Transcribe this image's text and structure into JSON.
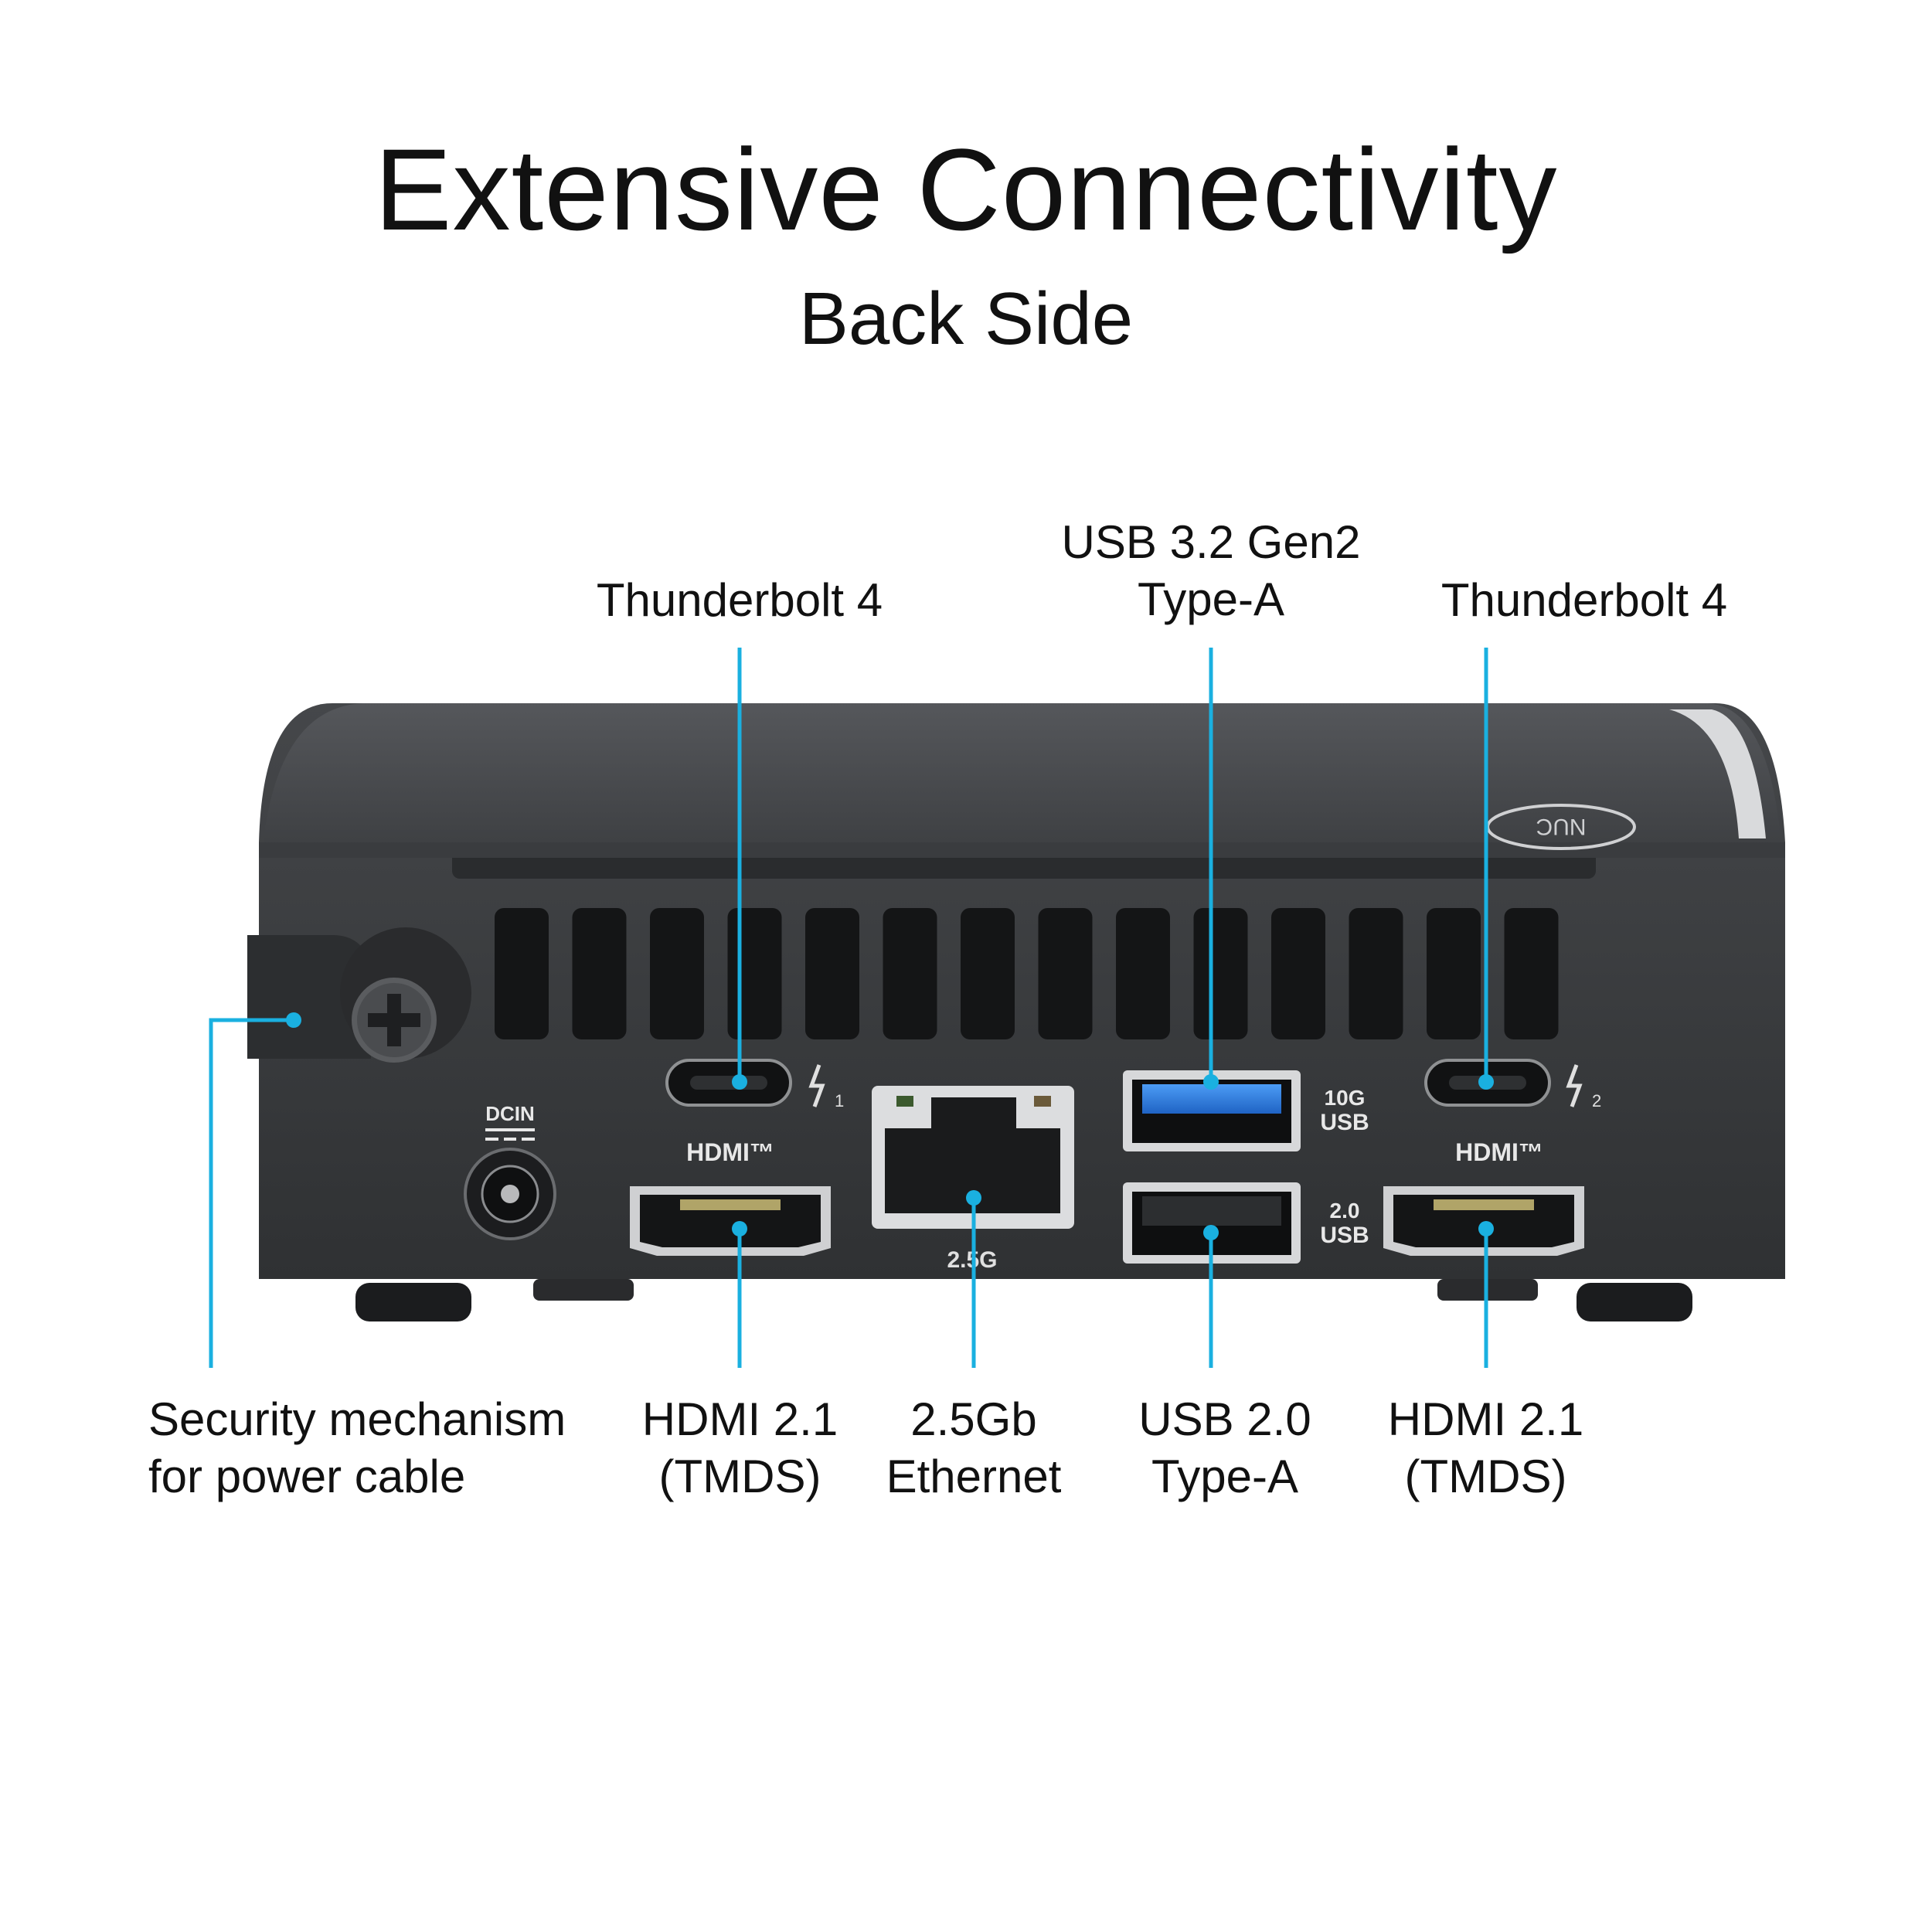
{
  "header": {
    "title": "Extensive Connectivity",
    "subtitle": "Back Side"
  },
  "callouts_top": [
    {
      "id": "tb4-left",
      "line1": "Thunderbolt  4",
      "line2": ""
    },
    {
      "id": "usb32",
      "line1": "USB 3.2 Gen2",
      "line2": "Type-A"
    },
    {
      "id": "tb4-right",
      "line1": "Thunderbolt  4",
      "line2": ""
    }
  ],
  "callouts_bottom": [
    {
      "id": "security",
      "line1": "Security mechanism",
      "line2": "for power cable"
    },
    {
      "id": "hdmi-left",
      "line1": "HDMI 2.1",
      "line2": "(TMDS)"
    },
    {
      "id": "ethernet",
      "line1": "2.5Gb",
      "line2": "Ethernet"
    },
    {
      "id": "usb20",
      "line1": "USB 2.0",
      "line2": "Type-A"
    },
    {
      "id": "hdmi-right",
      "line1": "HDMI 2.1",
      "line2": "(TMDS)"
    }
  ],
  "device_markings": {
    "dcin": "DCIN",
    "hdmi_logo": "HDMI™",
    "tb_num_1": "1",
    "tb_num_2": "2",
    "lan_speed": "2.5G",
    "usb10g_line1": "10G",
    "usb10g_line2": "USB",
    "usb20_line1": "2.0",
    "usb20_line2": "USB",
    "brand": "NUC"
  },
  "colors": {
    "callout_line": "#1ab0e0",
    "chassis": "#3b3d40",
    "top_panel": "#4a4c50",
    "usb3_blue": "#2f7fe0"
  }
}
